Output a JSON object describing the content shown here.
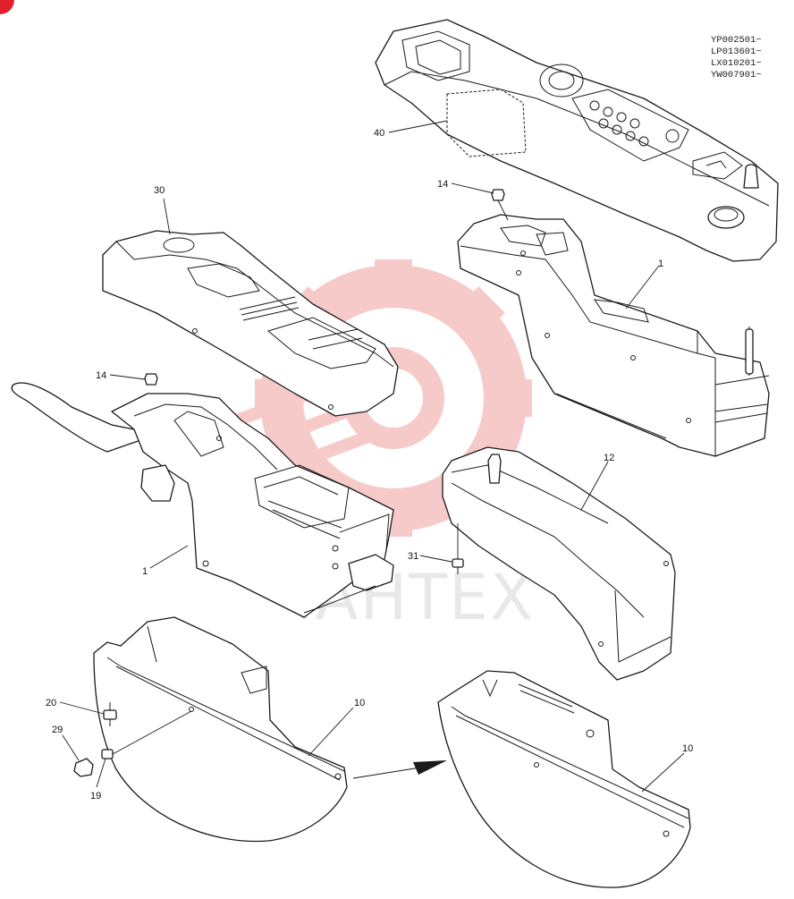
{
  "diagram": {
    "serial_ranges": [
      "YP002501~",
      "LP013601~",
      "LX010201~",
      "YW007901~"
    ],
    "watermark_text": "IAHTEX",
    "callouts": {
      "c40": "40",
      "c30": "30",
      "c14a": "14",
      "c14b": "14",
      "c1a": "1",
      "c1b": "1",
      "c12": "12",
      "c31": "31",
      "c20": "20",
      "c29": "29",
      "c19": "19",
      "c10a": "10",
      "c10b": "10"
    },
    "colors": {
      "line": "#1a1a1a",
      "watermark": "#f2a0a0",
      "corner_mark": "#e0202a"
    }
  }
}
